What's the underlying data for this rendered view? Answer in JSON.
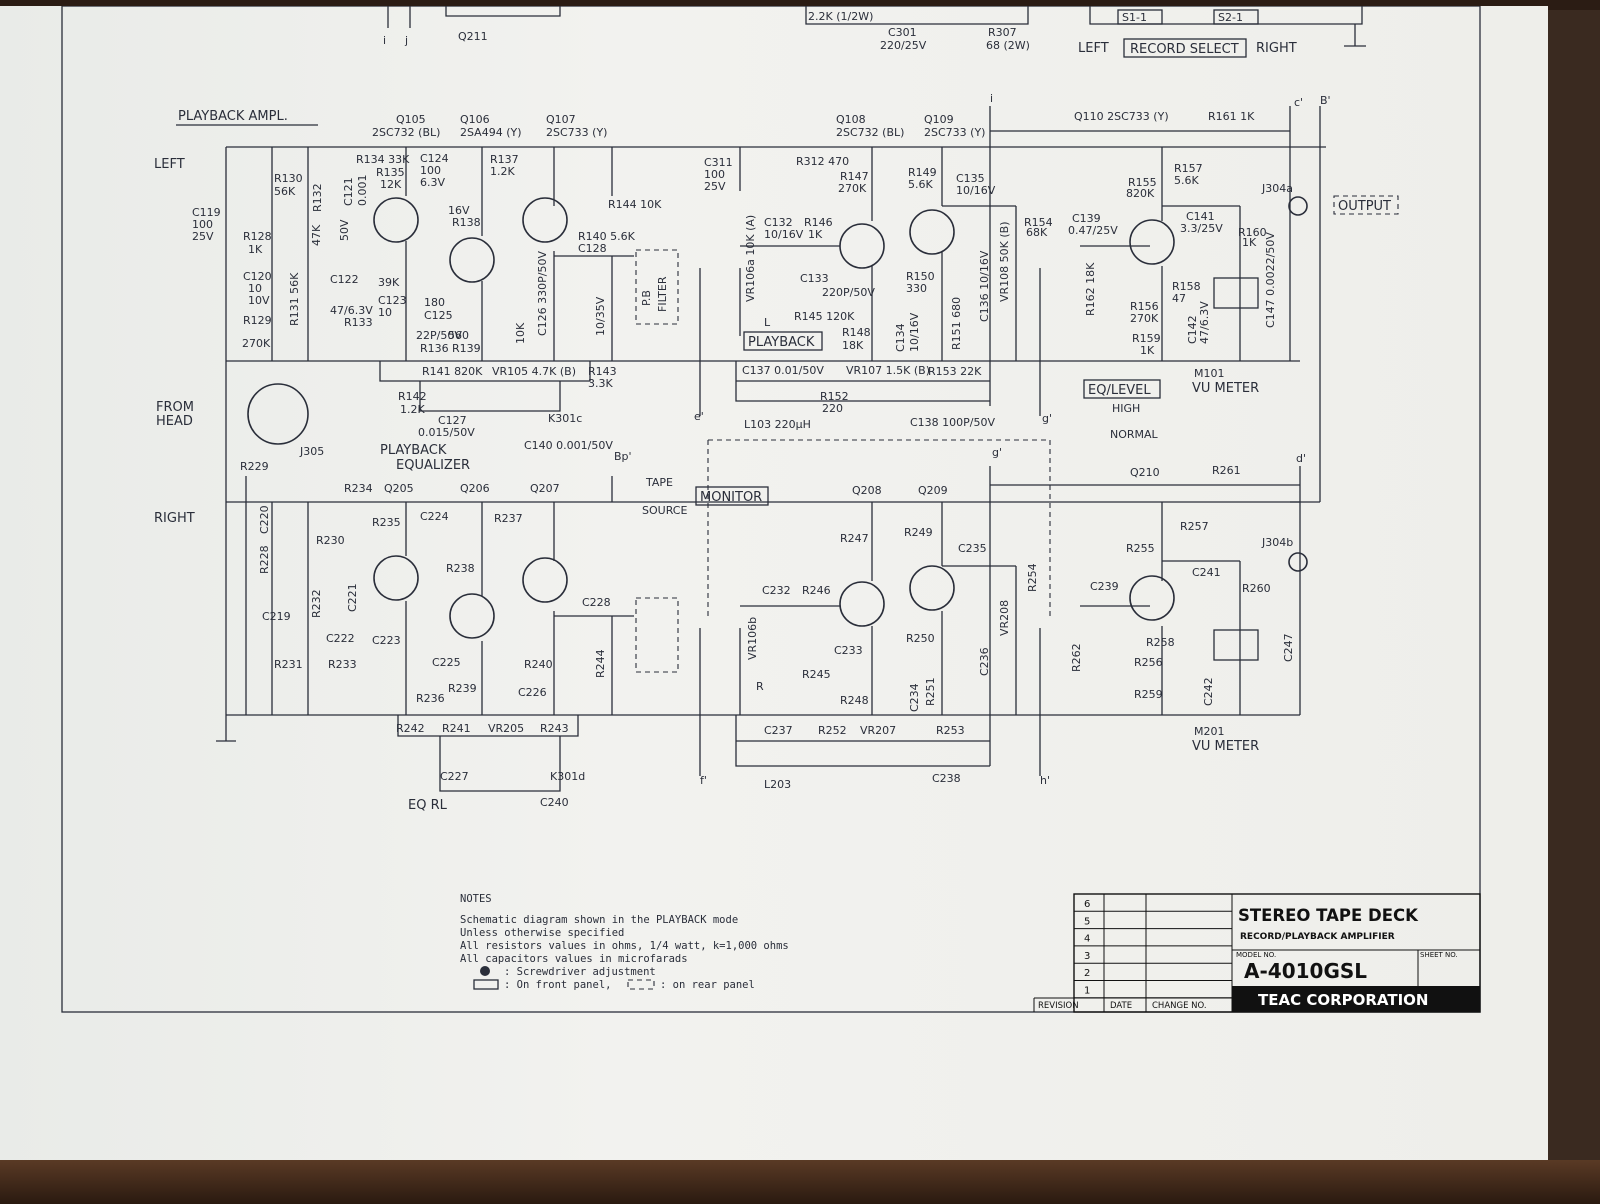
{
  "top_strip": {
    "labels": [
      "Q211",
      "2.2K (1/2W)",
      "C301",
      "220/25V",
      "R307",
      "68 (2W)",
      "S1-1",
      "S2-1"
    ],
    "nodes": [
      "i",
      "j"
    ],
    "record_select": "RECORD SELECT",
    "left": "LEFT",
    "right": "RIGHT"
  },
  "heading": "PLAYBACK AMPL.",
  "channels": {
    "left": "LEFT",
    "right": "RIGHT"
  },
  "from_head": [
    "FROM",
    "HEAD"
  ],
  "connector": "J305",
  "left_components": [
    "Q105",
    "2SC732 (BL)",
    "Q106",
    "2SA494 (Y)",
    "Q107",
    "2SC733 (Y)",
    "R134 33K",
    "R130",
    "56K",
    "R135",
    "12K",
    "C124",
    "100",
    "6.3V",
    "R137",
    "1.2K",
    "C119",
    "100",
    "25V",
    "R128",
    "1K",
    "C120",
    "10",
    "10V",
    "R129",
    "270K",
    "R131 56K",
    "R132",
    "47K",
    "C121",
    "0.001",
    "50V",
    "C122",
    "47/6.3V",
    "R133",
    "39K",
    "C123",
    "10",
    "16V",
    "R138",
    "180",
    "C125",
    "22P/50V",
    "R136",
    "560",
    "R139",
    "10K",
    "C126 330P/50V",
    "R140 5.6K",
    "C128",
    "10/35V",
    "R144 10K",
    "Bp"
  ],
  "eq_left": [
    "R141 820K",
    "VR105 4.7K (B)",
    "R143",
    "3.3K",
    "R142",
    "1.2K",
    "C127",
    "0.015/50V",
    "K301c",
    "C140 0.001/50V"
  ],
  "playback_equalizer": [
    "PLAYBACK",
    "EQUALIZER"
  ],
  "pb_filter": [
    "P.B",
    "FILTER"
  ],
  "vr106a": "VR106a 10K (A)",
  "playback_box": "PLAYBACK",
  "left_stage2": [
    "C311",
    "100",
    "25V",
    "R312 470",
    "Q108",
    "2SC732 (BL)",
    "Q109",
    "2SC733 (Y)",
    "R147",
    "270K",
    "R149",
    "5.6K",
    "C135",
    "10/16V",
    "C132",
    "10/16V",
    "R146",
    "1K",
    "C133",
    "220P/50V",
    "R145 120K",
    "R150",
    "330",
    "R148",
    "18K",
    "C134",
    "10/16V",
    "R151 680",
    "C136 10/16V",
    "C137 0.01/50V",
    "VR107 1.5K (B)",
    "R153 22K",
    "R152",
    "220",
    "L103 220μH",
    "C138 100P/50V"
  ],
  "left_output": [
    "Q110 2SC733 (Y)",
    "R161 1K",
    "R154",
    "68K",
    "VR108 50K (B)",
    "C139",
    "0.47/25V",
    "R155",
    "820K",
    "R157",
    "5.6K",
    "C141",
    "3.3/25V",
    "R160",
    "1K",
    "J304a",
    "R162 18K",
    "R156",
    "270K",
    "R158",
    "47",
    "R159",
    "1K",
    "C142",
    "47/6.3V",
    "C147 0.0022/50V"
  ],
  "output_box": "OUTPUT",
  "eq_level_box": "EQ/LEVEL",
  "high_normal": [
    "HIGH",
    "NORMAL"
  ],
  "vu_left": [
    "M101",
    "VU METER"
  ],
  "vu_right": [
    "M201",
    "VU METER"
  ],
  "tape_source": [
    "TAPE",
    "SOURCE"
  ],
  "monitor_box": "MONITOR",
  "right_components": [
    "R229",
    "R234",
    "Q205",
    "Q206",
    "Q207",
    "R235",
    "C224",
    "R237",
    "C220",
    "R228",
    "R230",
    "R232",
    "C221",
    "C222",
    "C223",
    "C219",
    "R231",
    "R233",
    "R238",
    "C225",
    "R239",
    "C226",
    "R240",
    "R236",
    "C228",
    "R244"
  ],
  "eq_right": [
    "R242",
    "R241",
    "VR205",
    "R243",
    "C227",
    "K301d",
    "C240"
  ],
  "eq_rl": "EQ RL",
  "right_stage2": [
    "Q208",
    "Q209",
    "R247",
    "R249",
    "C235",
    "C232",
    "R246",
    "C233",
    "R245",
    "R250",
    "R248",
    "C234",
    "R251",
    "C236",
    "C237",
    "R252",
    "VR207",
    "R253",
    "L203",
    "C238",
    "VR106b"
  ],
  "right_output": [
    "Q210",
    "R261",
    "J304b",
    "R254",
    "VR208",
    "C239",
    "R255",
    "R257",
    "C241",
    "R260",
    "R262",
    "R256",
    "R258",
    "R259",
    "C242",
    "C247"
  ],
  "node_letters": [
    "i",
    "c'",
    "B'",
    "e'",
    "g'",
    "Bp'",
    "f'",
    "h'",
    "g'",
    "d'",
    "L",
    "R"
  ],
  "notes": {
    "title": "NOTES",
    "lines": [
      "Schematic diagram shown in the PLAYBACK mode",
      "Unless otherwise specified",
      "All resistors values in ohms, 1/4 watt, k=1,000 ohms",
      "All capacitors values in microfarads",
      ": Screwdriver adjustment",
      ": On front panel,",
      ": on rear panel"
    ]
  },
  "title_block": {
    "revisions": [
      "6",
      "5",
      "4",
      "3",
      "2",
      "1"
    ],
    "col_revision": "REVISION",
    "col_date": "DATE",
    "col_change": "CHANGE NO.",
    "title": "STEREO TAPE DECK",
    "subtitle": "RECORD/PLAYBACK AMPLIFIER",
    "model_label": "MODEL NO.",
    "sheet_label": "SHEET NO.",
    "model": "A-4010GSL",
    "company": "TEAC CORPORATION"
  }
}
